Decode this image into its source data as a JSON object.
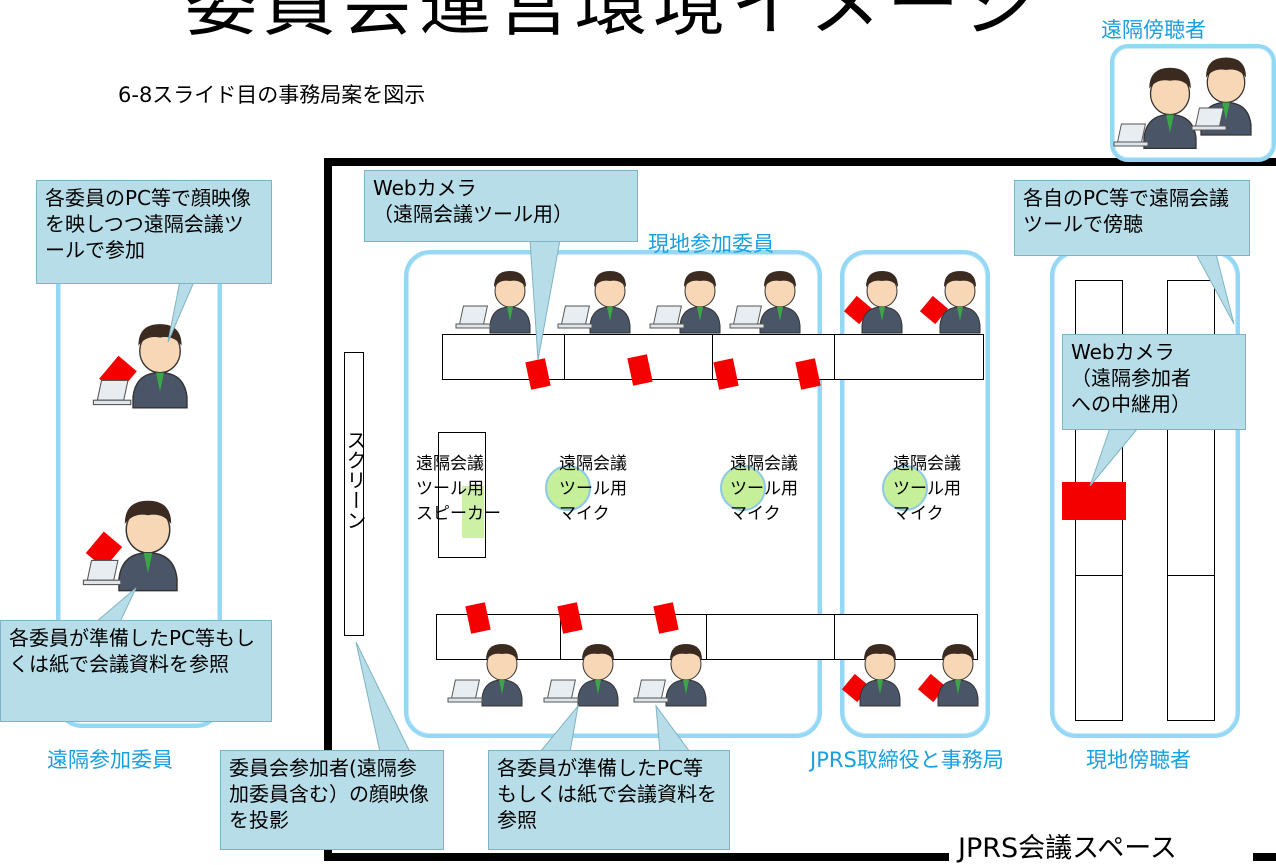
{
  "title": "委員会運営環境イメージ",
  "subtitle": "6-8スライド目の事務局案を図示",
  "room_label": "JPRS会議スペース",
  "groups": {
    "remote_observer": "遠隔傍聴者",
    "onsite_members": "現地参加委員",
    "remote_members": "遠隔参加委員",
    "jprs_staff": "JPRS取締役と事務局",
    "onsite_observers": "現地傍聴者"
  },
  "callouts": {
    "remote_member_camera": "各委員のPC等で顔映像を映しつつ遠隔会議ツールで参加",
    "webcam_tool": "Webカメラ\n（遠隔会議ツール用）",
    "observer_pc": "各自のPC等で遠隔会議ツールで傍聴",
    "webcam_relay": "Webカメラ\n（遠隔参加者\nへの中継用）",
    "remote_member_docs": "各委員が準備したPC等もしくは紙で会議資料を参照",
    "projection": "委員会参加者(遠隔参加委員含む）の顔映像を投影",
    "onsite_member_docs": "各委員が準備したPC等もしくは紙で会議資料を参照"
  },
  "screen_label": "スクリーン",
  "speaker_label": "遠隔会議\nツール用\nスピーカー",
  "mic_label": "遠隔会議\nツール用\nマイク",
  "colors": {
    "group_border": "#94d8f5",
    "callout_fill": "#b7dde8",
    "camera": "#f40000",
    "mic_fill": "#c6ef9a",
    "label_blue": "#1aa0e0"
  },
  "icons": {
    "person": "businessman-at-laptop-icon",
    "camera": "webcam-icon",
    "mic": "microphone-icon"
  }
}
